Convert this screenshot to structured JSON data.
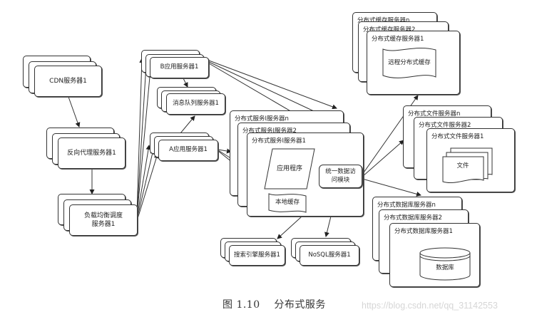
{
  "diagram": {
    "cdn": {
      "label": "CDN服务器1"
    },
    "reverse_proxy": {
      "label": "反向代理服务器1"
    },
    "load_balancer": {
      "label_line1": "负载均衡调度",
      "label_line2": "服务器1"
    },
    "app_b": {
      "label": "B应用服务器1"
    },
    "message_queue": {
      "label": "消息队列服务器1"
    },
    "app_a": {
      "label": "A应用服务器1"
    },
    "dist_service": {
      "title_n": "分布式服务I服务器n",
      "title_2": "分布式服务I服务器2",
      "title_1": "分布式服务I服务器1",
      "app_program": "应用程序",
      "local_cache": "本地缓存",
      "data_access_line1": "统一数据访",
      "data_access_line2": "问模块"
    },
    "search_engine": {
      "label": "搜索引擎服务器1"
    },
    "nosql": {
      "label": "NoSQL服务器1"
    },
    "cache_servers": {
      "title_n": "分布式缓存服务器n",
      "title_2": "分布式缓存服务器2",
      "title_1": "分布式缓存服务器1",
      "content": "远程分布式缓存"
    },
    "file_servers": {
      "title_n": "分布式文件服务器n",
      "title_2": "分布式文件服务器2",
      "title_1": "分布式文件服务器1",
      "content": "文件"
    },
    "db_servers": {
      "title_n": "分布式数据库服务器n",
      "title_2": "分布式数据库服务器2",
      "title_1": "分布式数据库服务器1",
      "content": "数据库"
    }
  },
  "caption": "图 1.10    分布式服务",
  "watermark": "https://blog.csdn.net/qq_31142553"
}
